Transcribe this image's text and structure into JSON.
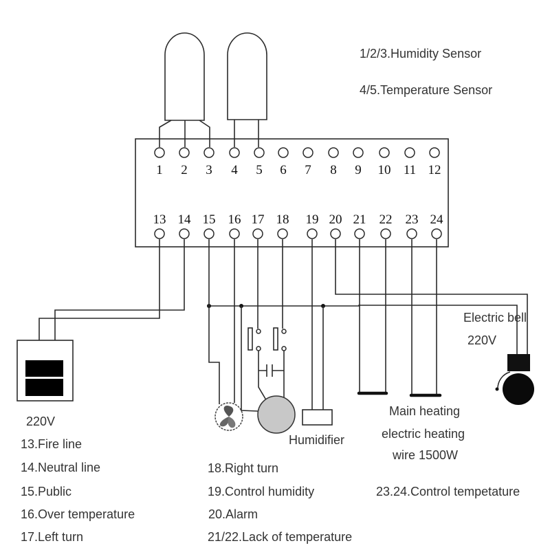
{
  "title_notes": {
    "humidity_sensor": "1/2/3.Humidity Sensor",
    "temperature_sensor": "4/5.Temperature Sensor"
  },
  "terminals": {
    "top": [
      "1",
      "2",
      "3",
      "4",
      "5",
      "6",
      "7",
      "8",
      "9",
      "10",
      "11",
      "12"
    ],
    "bottom": [
      "13",
      "14",
      "15",
      "16",
      "17",
      "18",
      "19",
      "20",
      "21",
      "22",
      "23",
      "24"
    ]
  },
  "components": {
    "power_supply": "220V",
    "humidifier": "Humidifier",
    "electric_bell": "Electric bell",
    "electric_bell_voltage": "220V",
    "heating_line1": "Main heating",
    "heating_line2": "electric heating",
    "heating_line3": "wire 1500W"
  },
  "legend_left": [
    "13.Fire line",
    "14.Neutral line",
    "15.Public",
    "16.Over temperature",
    "17.Left turn"
  ],
  "legend_middle": [
    "18.Right turn",
    "19.Control humidity",
    "20.Alarm",
    "21/22.Lack of temperature"
  ],
  "legend_right": [
    "23.24.Control tempetature"
  ]
}
